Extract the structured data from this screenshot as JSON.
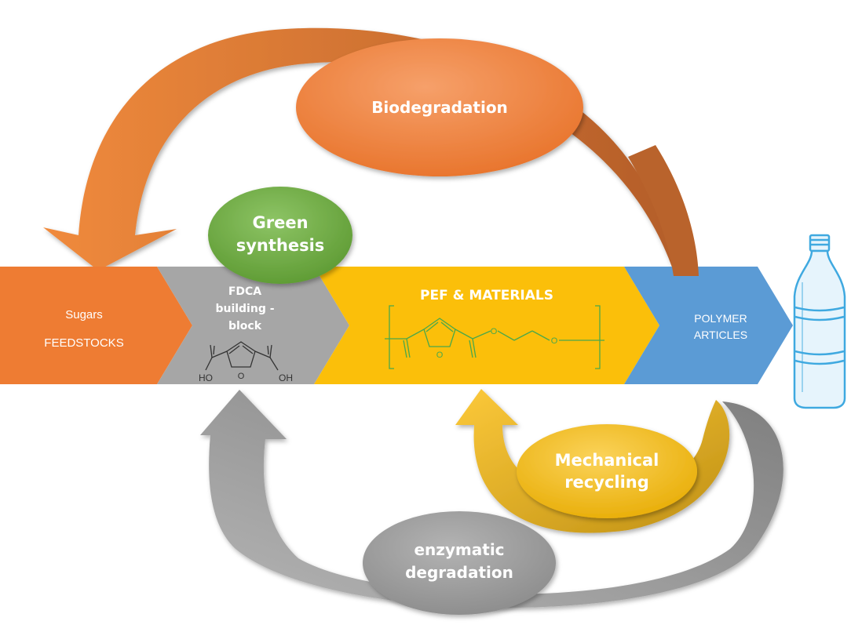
{
  "stages": {
    "feedstocks": {
      "line1": "Sugars",
      "line2": "FEEDSTOCKS"
    },
    "fdca": {
      "line1": "FDCA",
      "line2": "building -",
      "line3": "block"
    },
    "pef": {
      "title": "PEF & MATERIALS"
    },
    "polymer": {
      "line1": "POLYMER",
      "line2": "ARTICLES"
    }
  },
  "processes": {
    "biodegradation": "Biodegradation",
    "green_synthesis": {
      "line1": "Green",
      "line2": "synthesis"
    },
    "mechanical_recycling": {
      "line1": "Mechanical",
      "line2": "recycling"
    },
    "enzymatic_degradation": {
      "line1": "enzymatic",
      "line2": "degradation"
    }
  },
  "fdca_molecule": {
    "left_group": "HO",
    "right_group": "OH",
    "ring_atom": "O"
  },
  "pef_molecule": {
    "ring_atom": "O",
    "ester_atom": "O",
    "end_atom": "O"
  },
  "colors": {
    "orange": "#ee7c33",
    "gray": "#a6a6a6",
    "yellow": "#fbbf0a",
    "blue": "#5b9bd5",
    "green": "#6aa53a",
    "bottle": "#3fa9e0",
    "molecule_green": "#4aa84a"
  }
}
